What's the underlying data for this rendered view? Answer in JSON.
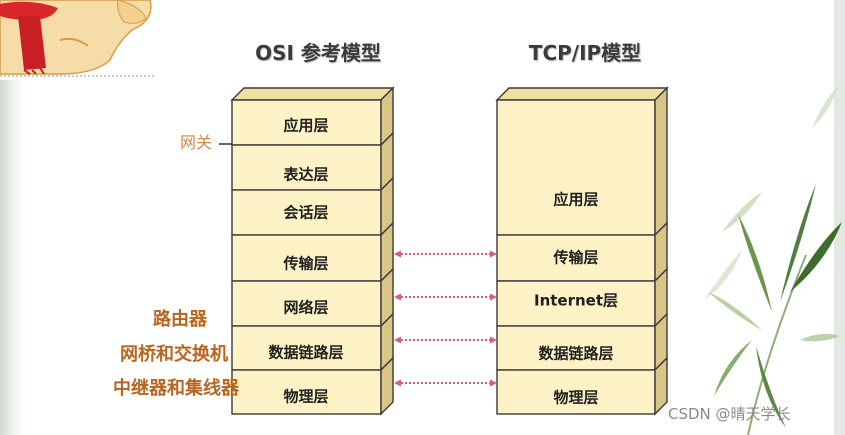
{
  "osi": {
    "title": "OSI 参考模型",
    "layers": [
      "应用层",
      "表达层",
      "会话层",
      "传输层",
      "网络层",
      "数据链路层",
      "物理层"
    ]
  },
  "tcpip": {
    "title": "TCP/IP模型",
    "layers": [
      "应用层",
      "传输层",
      "Internet层",
      "数据链路层",
      "物理层"
    ]
  },
  "devices": {
    "gateway": "网关",
    "router": "路由器",
    "bridge_switch": "网桥和交换机",
    "repeater_hub": "中继器和集线器"
  },
  "watermark": "CSDN @晴天学长",
  "colors": {
    "box_face": "#fcf2c6",
    "box_top": "#efdfa2",
    "box_side": "#d9c687",
    "border": "#3a3a3a",
    "device_label": "#b8661f",
    "gateway_label": "#cf8a45",
    "arrow": "#d35f7b",
    "title": "#3b3b3b"
  }
}
